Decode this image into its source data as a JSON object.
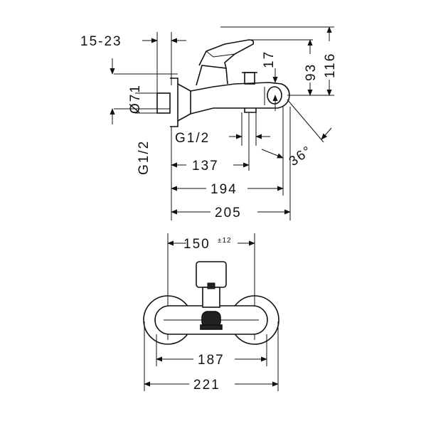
{
  "side_view": {
    "dims": {
      "offset": "15-23",
      "diameter": "Ø71",
      "inlet_thread": "G1/2",
      "outlet_thread": "G1/2",
      "h_17": "17",
      "h_93": "93",
      "h_116": "116",
      "angle": "36°",
      "l_137": "137",
      "l_194": "194",
      "l_205": "205"
    }
  },
  "front_view": {
    "dims": {
      "centers": "150",
      "centers_tol": "±12",
      "w_187": "187",
      "w_221": "221"
    }
  }
}
